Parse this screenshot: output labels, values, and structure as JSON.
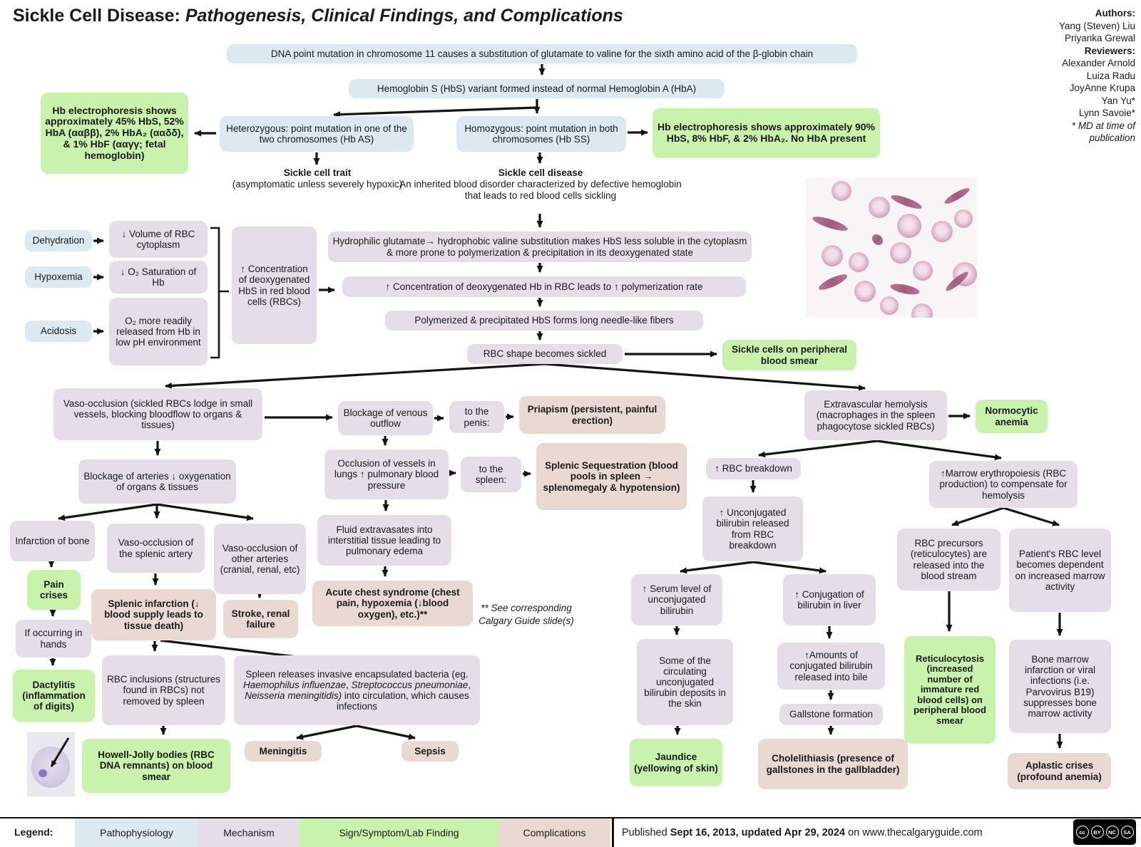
{
  "title": {
    "main": "Sickle Cell Disease:",
    "italic": " Pathogenesis, Clinical Findings, and Complications"
  },
  "credits": {
    "authors_label": "Authors:",
    "authors": [
      "Yang (Steven) Liu",
      "Priyanka Grewal"
    ],
    "reviewers_label": "Reviewers:",
    "reviewers": [
      "Alexander Arnold",
      "Luiza Radu",
      "JoyAnne Krupa",
      "Yan Yu*",
      "Lynn Savoie*"
    ],
    "note_line1": "* MD at time of",
    "note_line2": "publication"
  },
  "nodes": {
    "dna_mutation": "DNA point mutation in chromosome 11 causes a substitution of glutamate to valine for the sixth amino acid of the β-globin chain",
    "hbs_variant": "Hemoglobin S (HbS) variant formed instead of normal Hemoglobin A (HbA)",
    "electro_trait": "Hb electrophoresis shows approximately 45% HbS, 52% HbA (ααββ), 2% HbA₂ (ααδδ), & 1% HbF (ααγγ; fetal hemoglobin)",
    "heterozygous": "Heterozygous: point mutation in one of the two chromosomes (Hb AS)",
    "homozygous": "Homozygous: point mutation in both chromosomes (Hb SS)",
    "electro_disease": "Hb electrophoresis shows approximately 90% HbS, 8% HbF, & 2% HbA₂. No HbA present",
    "trait_title": "Sickle cell trait",
    "trait_sub": "(asymptomatic unless severely hypoxic)",
    "disease_title": "Sickle cell disease",
    "disease_sub": "An inherited blood disorder characterized by defective hemoglobin that leads to red blood cells sickling",
    "dehydration": "Dehydration",
    "hypoxemia": "Hypoxemia",
    "acidosis": "Acidosis",
    "vol_rbc": "↓ Volume of RBC cytoplasm",
    "o2_sat": "↓ O₂ Saturation of Hb",
    "o2_released": "O₂ more readily released from Hb in low pH environment",
    "conc_hbs": "↑ Concentration of deoxygenated HbS in red blood cells (RBCs)",
    "hydrophilic": "Hydrophilic glutamate→ hydrophobic valine substitution makes HbS less soluble in the cytoplasm & more prone to polymerization & precipitation in its deoxygenated state",
    "conc_deoxy": "↑ Concentration of  deoxygenated Hb in RBC  leads to ↑ polymerization rate",
    "polymerized": "Polymerized & precipitated HbS forms long needle-like fibers",
    "rbc_sickled": "RBC shape becomes sickled",
    "sickle_smear": "Sickle cells on peripheral blood smear",
    "vaso_occlusion": "Vaso-occlusion (sickled RBCs lodge in small vessels, blocking bloodflow to organs & tissues)",
    "blockage_venous": "Blockage of venous outflow",
    "to_penis": "to the penis:",
    "priapism": "Priapism (persistent, painful erection)",
    "extravascular": "Extravascular hemolysis (macrophages in the spleen phagocytose sickled RBCs)",
    "normocytic": "Normocytic anemia",
    "blockage_arteries": "Blockage of arteries ↓ oxygenation of organs & tissues",
    "occlusion_lungs": "Occlusion of vessels in lungs ↑ pulmonary blood pressure",
    "to_spleen": "to the spleen:",
    "splenic_seq": "Splenic Sequestration (blood pools in spleen → splenomegaly & hypotension)",
    "rbc_breakdown": "↑ RBC breakdown",
    "marrow_eryth": "↑Marrow erythropoiesis (RBC production) to compensate for hemolysis",
    "infarction_bone": "Infarction of bone",
    "vaso_splenic": "Vaso-occlusion of the splenic artery",
    "vaso_other": "Vaso-occlusion of other arteries (cranial, renal, etc)",
    "fluid_extrav": "Fluid extravasates into interstitial tissue leading to pulmonary edema",
    "unconj_bilirubin": "↑ Unconjugated bilirubin released from RBC breakdown",
    "rbc_precursors": "RBC precursors (reticulocytes) are released into the blood stream",
    "patients_rbc": "Patient's RBC level becomes dependent on increased marrow activity",
    "pain_crises": "Pain crises",
    "splenic_infarct": "Splenic infarction (↓ blood supply leads to tissue death)",
    "stroke_renal": "Stroke, renal failure",
    "acute_chest": "Acute chest syndrome (chest pain, hypoxemia (↓blood oxygen), etc.)**",
    "see_note": "** See corresponding Calgary Guide slide(s)",
    "if_hands": "If occurring in hands",
    "serum_unconj": "↑ Serum level of unconjugated bilirubin",
    "conj_liver": "↑ Conjugation of bilirubin in liver",
    "dactylitis": "Dactylitis (inflammation of digits)",
    "rbc_inclusions": "RBC inclusions (structures found in RBCs) not removed by spleen",
    "spleen_t1": "Spleen releases invasive encapsulated bacteria (eg. ",
    "spleen_i1": "Haemophilus influenzae",
    "spleen_t2": ", ",
    "spleen_i2": "Streptococcus pneumoniae",
    "spleen_t3": ", ",
    "spleen_i3": "Neisseria meningitidis)",
    "spleen_t4": " into circulation, which causes infections",
    "some_circulating": "Some of the circulating unconjugated bilirubin deposits in the skin",
    "amounts_conj": "↑Amounts of conjugated bilirubin released into bile",
    "gallstone": "Gallstone formation",
    "reticulocytosis": "Reticulocytosis (increased number of immature red blood cells) on peripheral blood smear",
    "bone_marrow": "Bone marrow infarction or viral infections (i.e. Parvovirus B19) suppresses bone marrow activity",
    "howell_jolly": "Howell-Jolly bodies (RBC DNA remnants) on blood smear",
    "meningitis": "Meningitis",
    "sepsis": "Sepsis",
    "jaundice": "Jaundice (yellowing of skin)",
    "cholelithiasis": "Cholelithiasis (presence of gallstones in the gallbladder)",
    "aplastic": "Aplastic crises (profound anemia)"
  },
  "legend": {
    "label": "Legend:",
    "items": [
      {
        "label": "Pathophysiology",
        "color": "#dce9f1"
      },
      {
        "label": "Mechanism",
        "color": "#e5dee9"
      },
      {
        "label": "Sign/Symptom/Lab Finding",
        "color": "#c9f2ad"
      },
      {
        "label": "Complications",
        "color": "#ead9d3"
      }
    ]
  },
  "footer": {
    "published_prefix": "Published ",
    "published_dates": "Sept 16, 2013, updated Apr 29, 2024",
    "published_mid": " on ",
    "published_site": "www.thecalgaryguide.com",
    "license_parts": [
      "cc",
      "BY",
      "NC",
      "SA"
    ]
  }
}
